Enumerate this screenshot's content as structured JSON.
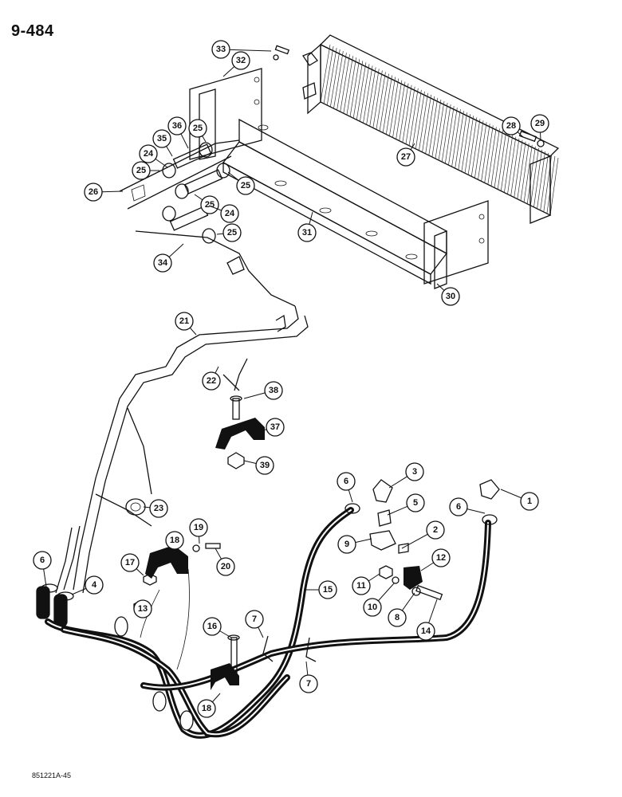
{
  "page": {
    "number": "9-484",
    "figure_code": "851221A-45"
  },
  "callouts": [
    "33",
    "32",
    "28",
    "29",
    "36",
    "35",
    "25",
    "24",
    "27",
    "26",
    "31",
    "34",
    "30",
    "21",
    "22",
    "38",
    "37",
    "39",
    "23",
    "6",
    "4",
    "3",
    "5",
    "1",
    "2",
    "9",
    "18",
    "19",
    "17",
    "20",
    "13",
    "12",
    "11",
    "10",
    "8",
    "14",
    "15",
    "16",
    "7"
  ]
}
